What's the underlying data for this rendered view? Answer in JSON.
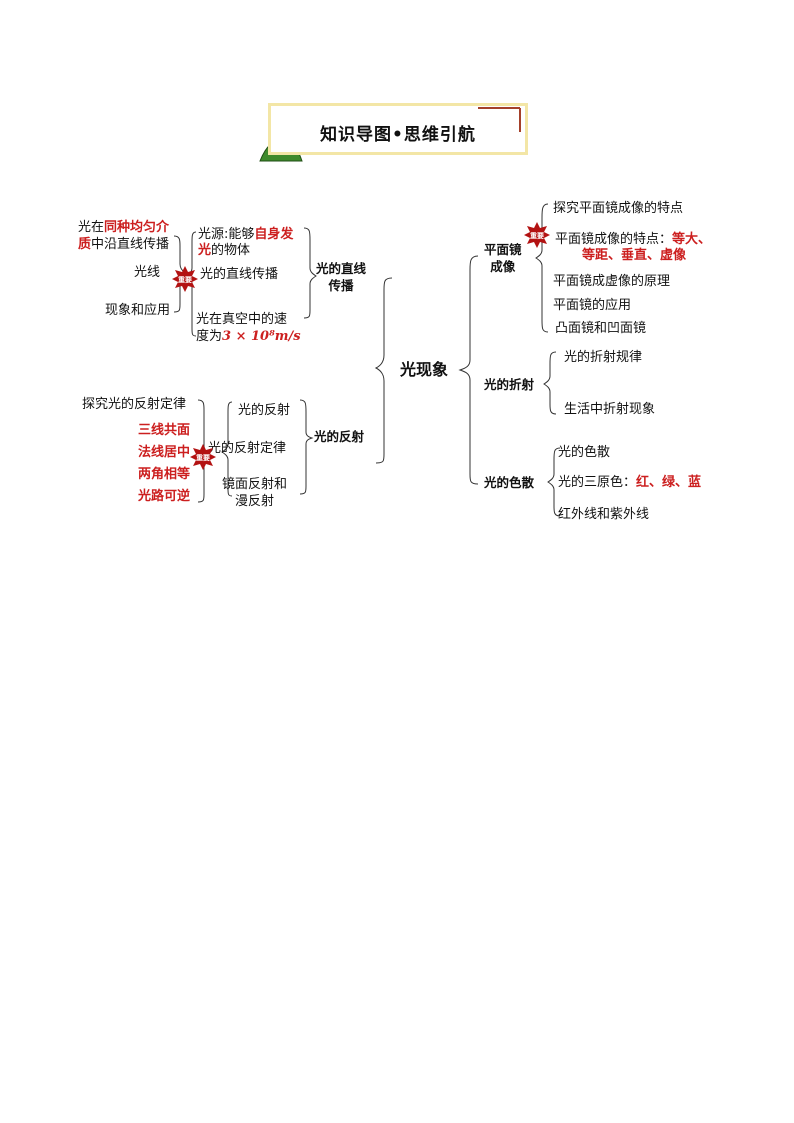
{
  "title": "知识导图•思维引航",
  "root": "光现象",
  "branch_straight": "光的直线\n传播",
  "branch_reflect": "光的反射",
  "branch_mirror": "平面镜\n成像",
  "branch_refract": "光的折射",
  "branch_disperse": "光的色散",
  "badge_text": "重要",
  "straight": {
    "source_pre": "光源:能够",
    "source_red": "自身发",
    "source_red2": "光",
    "source_post": "的物体",
    "ray": "光的直线传播",
    "speed_l1": "光在真空中的速",
    "speed_l2": "度为",
    "speed_value": "3 × 10⁸m/s",
    "left_l1_pre": "光在",
    "left_l1_red": "同种均匀介",
    "left_l2_red": "质",
    "left_l2_post": "中沿直线传播",
    "left_ray": "光线",
    "left_apps": "现象和应用"
  },
  "reflect": {
    "item1": "光的反射",
    "item2": "光的反射定律",
    "item3_l1": "镜面反射和",
    "item3_l2": "漫反射",
    "left_explore": "探究光的反射定律",
    "rule1": "三线共面",
    "rule2": "法线居中",
    "rule3": "两角相等",
    "rule4": "光路可逆"
  },
  "mirror": {
    "item1": "探究平面镜成像的特点",
    "item2_pre": "平面镜成像的特点：",
    "item2_red1": "等大、",
    "item2_red2": "等距、垂直、虚像",
    "item3": "平面镜成虚像的原理",
    "item4": "平面镜的应用",
    "item5": "凸面镜和凹面镜"
  },
  "refract": {
    "item1": "光的折射规律",
    "item2": "生活中折射现象"
  },
  "disperse": {
    "item1": "光的色散",
    "item2_pre": "光的三原色：",
    "item2_red": "红、绿、蓝",
    "item3": "红外线和紫外线"
  },
  "colors": {
    "red": "#cc1f1f",
    "title_border": "#f3e6a6",
    "mountain": "#3f8a2c",
    "badge": "#b31212"
  }
}
